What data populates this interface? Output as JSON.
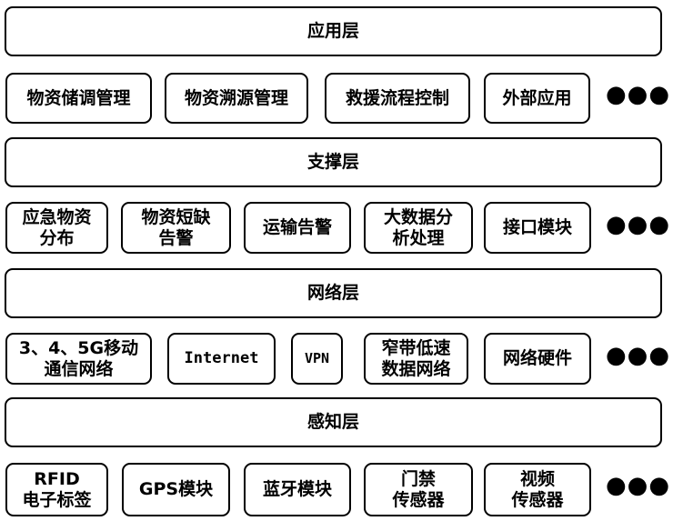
{
  "layers": [
    {
      "title": "应用层",
      "items": [
        "物资储调管理",
        "物资溯源管理",
        "救援流程控制",
        "外部应用"
      ]
    },
    {
      "title": "支撑层",
      "items": [
        "应急物资\n分布",
        "物资短缺\n告警",
        "运输告警",
        "大数据分\n析处理",
        "接口模块"
      ]
    },
    {
      "title": "网络层",
      "items": [
        "3、4、5G移动\n通信网络",
        "Internet",
        "VPN",
        "窄带低速\n数据网络",
        "网络硬件"
      ]
    },
    {
      "title": "感知层",
      "items": [
        "RFID\n电子标签",
        "GPS模块",
        "蓝牙模块",
        "门禁\n传感器",
        "视频\n传感器"
      ]
    }
  ],
  "more": "●●●"
}
